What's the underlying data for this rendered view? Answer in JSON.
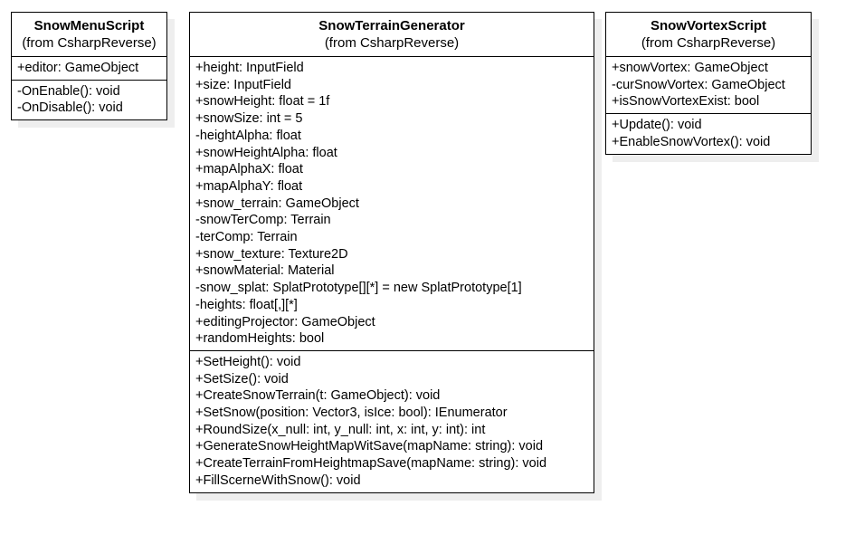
{
  "classes": {
    "snow_menu": {
      "name": "SnowMenuScript",
      "stereotype": "(from CsharpReverse)",
      "attributes": [
        "+editor: GameObject"
      ],
      "operations": [
        "-OnEnable(): void",
        "-OnDisable(): void"
      ]
    },
    "snow_terrain": {
      "name": "SnowTerrainGenerator",
      "stereotype": "(from CsharpReverse)",
      "attributes": [
        "+height: InputField",
        "+size: InputField",
        "+snowHeight: float = 1f",
        "+snowSize: int = 5",
        "-heightAlpha: float",
        "+snowHeightAlpha: float",
        "+mapAlphaX: float",
        "+mapAlphaY: float",
        "+snow_terrain: GameObject",
        "-snowTerComp: Terrain",
        "-terComp: Terrain",
        "+snow_texture: Texture2D",
        "+snowMaterial: Material",
        "-snow_splat: SplatPrototype[][*] = new SplatPrototype[1]",
        "-heights: float[,][*]",
        "+editingProjector: GameObject",
        "+randomHeights: bool"
      ],
      "operations": [
        "+SetHeight(): void",
        "+SetSize(): void",
        "+CreateSnowTerrain(t: GameObject): void",
        "+SetSnow(position: Vector3, isIce: bool): IEnumerator",
        "+RoundSize(x_null: int, y_null: int, x: int, y: int): int",
        "+GenerateSnowHeightMapWitSave(mapName: string): void",
        "+CreateTerrainFromHeightmapSave(mapName: string): void",
        "+FillScerneWithSnow(): void"
      ]
    },
    "snow_vortex": {
      "name": "SnowVortexScript",
      "stereotype": "(from CsharpReverse)",
      "attributes": [
        "+snowVortex: GameObject",
        "-curSnowVortex: GameObject",
        "+isSnowVortexExist: bool"
      ],
      "operations": [
        "+Update(): void",
        "+EnableSnowVortex(): void"
      ]
    }
  }
}
